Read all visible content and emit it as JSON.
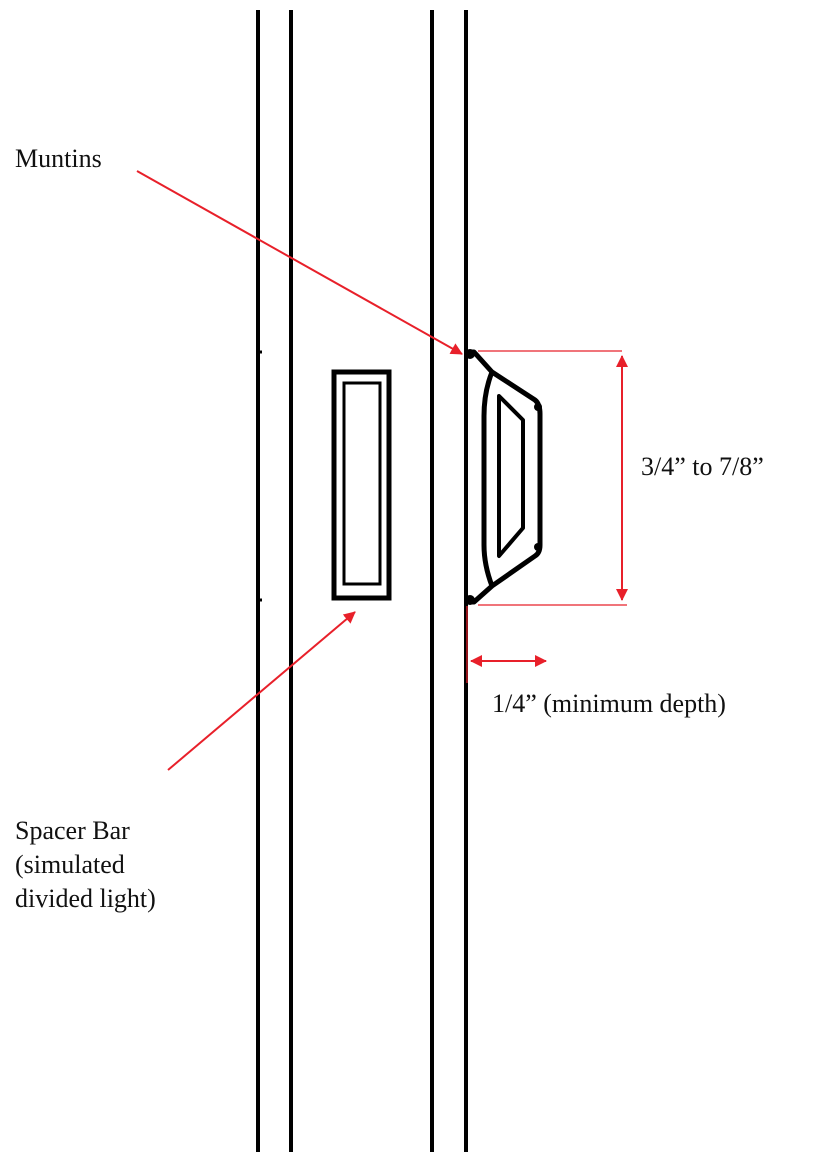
{
  "labels": {
    "muntins": "Muntins",
    "height_range": "3/4” to 7/8”",
    "min_depth": "1/4” (minimum depth)",
    "spacer_bar": [
      "Spacer Bar",
      "(simulated",
      "divided light)"
    ]
  },
  "colors": {
    "line": "#000000",
    "annotation": "#e8202a",
    "background": "#ffffff"
  }
}
